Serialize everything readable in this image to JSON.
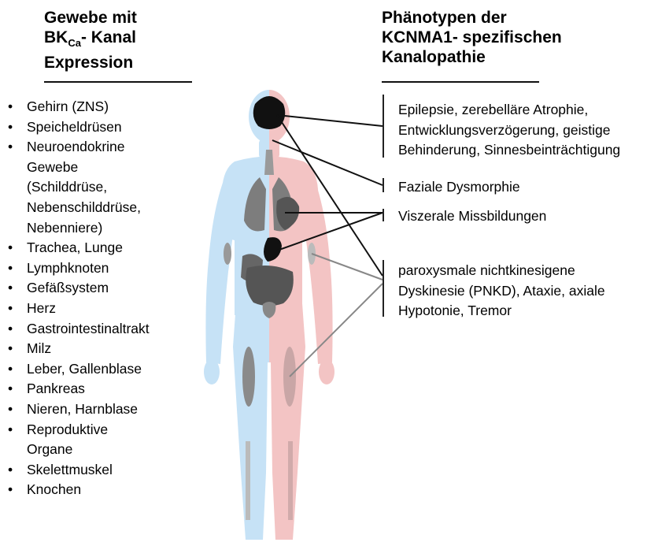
{
  "left_heading": [
    "Gewebe mit",
    "BK",
    "Ca",
    "- Kanal",
    "Expression"
  ],
  "right_heading": [
    "Phänotypen der",
    "KCNMA1- spezifischen",
    "Kanalopathie"
  ],
  "bullet_symbol": "•",
  "tissues": [
    [
      "Gehirn (ZNS)"
    ],
    [
      "Speicheldrüsen"
    ],
    [
      "Neuroendokrine",
      "Gewebe",
      "(Schilddrüse,",
      "Nebenschilddrüse,",
      "Nebenniere)"
    ],
    [
      "Trachea, Lunge"
    ],
    [
      "Lymphknoten"
    ],
    [
      "Gefäßsystem"
    ],
    [
      "Herz"
    ],
    [
      "Gastrointestinaltrakt"
    ],
    [
      "Milz"
    ],
    [
      "Leber, Gallenblase"
    ],
    [
      "Pankreas"
    ],
    [
      "Nieren, Harnblase"
    ],
    [
      "Reproduktive",
      "Organe"
    ],
    [
      "Skelettmuskel"
    ],
    [
      "Knochen"
    ]
  ],
  "phenotypes": [
    [
      "Epilepsie, zerebelläre Atrophie,",
      "Entwicklungsverzögerung, geistige",
      "Behinderung, Sinnesbeinträchtigung"
    ],
    [
      "Faziale Dysmorphie"
    ],
    [
      "Viszerale Missbildungen"
    ],
    [
      "paroxysmale nichtkinesigene",
      "Dyskinesie (PNKD), Ataxie, axiale",
      "Hypotonie, Tremor"
    ]
  ],
  "colors": {
    "left_body_half": "#c6e2f6",
    "right_body_half": "#f3c4c4",
    "organs_dark": "#111111",
    "organs_grey": "#7d7d7d",
    "connector_lines": "#111111"
  }
}
